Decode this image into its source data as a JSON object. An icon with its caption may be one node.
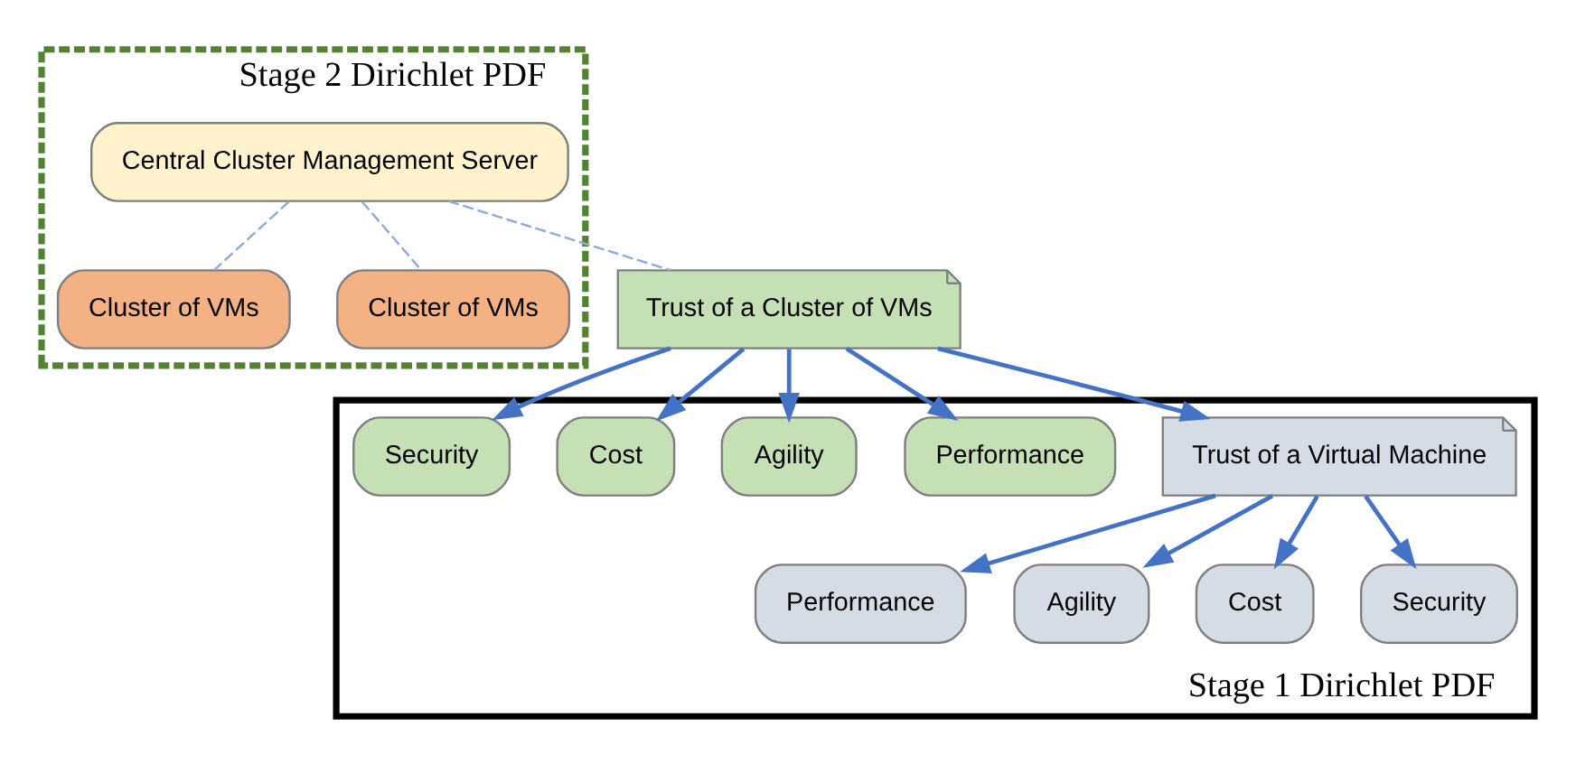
{
  "diagram": {
    "nodes": [
      {
        "text": [
          "Stage 2 Dirichlet PDF"
        ]
      },
      {
        "text": [
          "Cluster of VMs"
        ],
        "in": 0
      },
      {
        "text": [
          "Central Cluster Management Server"
        ],
        "in": 0
      },
      {
        "text": [
          "Cluster of VMs"
        ],
        "in": 0
      },
      {
        "text": [
          "Stage 1 Dirichlet PDF"
        ]
      },
      {
        "text": [
          "Trust of a Cluster of VMs"
        ]
      },
      {
        "text": [
          "Trust of a Virtual Machine"
        ],
        "in": 4
      },
      {
        "text": [
          "Performance"
        ],
        "in": 4
      },
      {
        "text": [
          "Agility"
        ],
        "in": 4
      },
      {
        "text": [
          "Cost"
        ],
        "in": 4
      },
      {
        "text": [
          "Security"
        ],
        "in": 4
      },
      {
        "text": [
          "Performance"
        ],
        "in": 4
      },
      {
        "text": [
          "Agility"
        ],
        "in": 4
      },
      {
        "text": [
          "Cost"
        ],
        "in": 4
      },
      {
        "text": [
          "Security"
        ],
        "in": 4
      }
    ],
    "edges": [
      {
        "from": 2,
        "to": 1,
        "arrow": "none",
        "style": "dashed",
        "color": "#8faadc"
      },
      {
        "from": 2,
        "to": 3,
        "arrow": "none",
        "style": "dashed",
        "color": "#8faadc"
      },
      {
        "from": 2,
        "to": 5,
        "arrow": "none",
        "style": "dashed",
        "color": "#8faadc"
      },
      {
        "from": 5,
        "to": 6,
        "arrow": "to"
      },
      {
        "from": 5,
        "to": 7,
        "arrow": "to"
      },
      {
        "from": 5,
        "to": 8,
        "arrow": "to"
      },
      {
        "from": 5,
        "to": 9,
        "arrow": "to"
      },
      {
        "from": 5,
        "to": 10,
        "arrow": "to"
      },
      {
        "from": 6,
        "to": 11,
        "arrow": "to"
      },
      {
        "from": 6,
        "to": 12,
        "arrow": "to"
      },
      {
        "from": 6,
        "to": 13,
        "arrow": "to"
      },
      {
        "from": 6,
        "to": 14,
        "arrow": "to"
      }
    ]
  }
}
